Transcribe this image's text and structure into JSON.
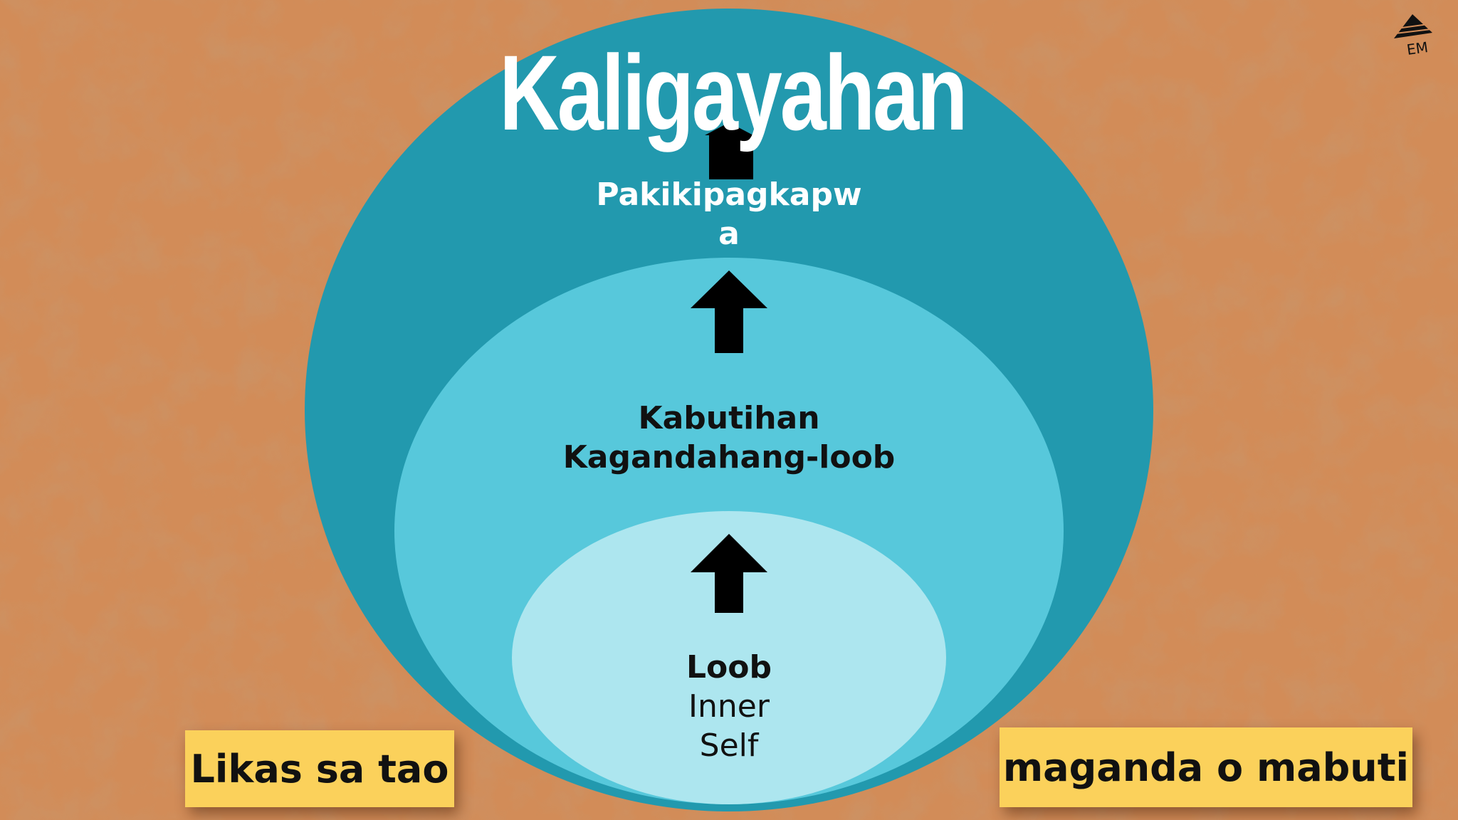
{
  "diagram": {
    "title": "Kaligayahan",
    "outer": {
      "label_lines": [
        "Pakikipagkapw",
        "a"
      ]
    },
    "middle": {
      "label_lines": [
        "Kabutihan",
        "Kagandahang-loob"
      ]
    },
    "inner": {
      "label_bold": "Loob",
      "label_lines": [
        "Inner",
        "Self"
      ]
    },
    "note_left": "Likas sa tao",
    "note_right": "maganda o mabuti",
    "logo_text": "EM"
  },
  "colors": {
    "background": "#d08a57",
    "outer_circle": "#2299ae",
    "middle_circle": "#57c8db",
    "inner_circle": "#ade6ef",
    "arrow": "#000000",
    "note": "#fbd15b"
  },
  "icons": [
    "up-arrow-icon",
    "em-logo-icon"
  ]
}
